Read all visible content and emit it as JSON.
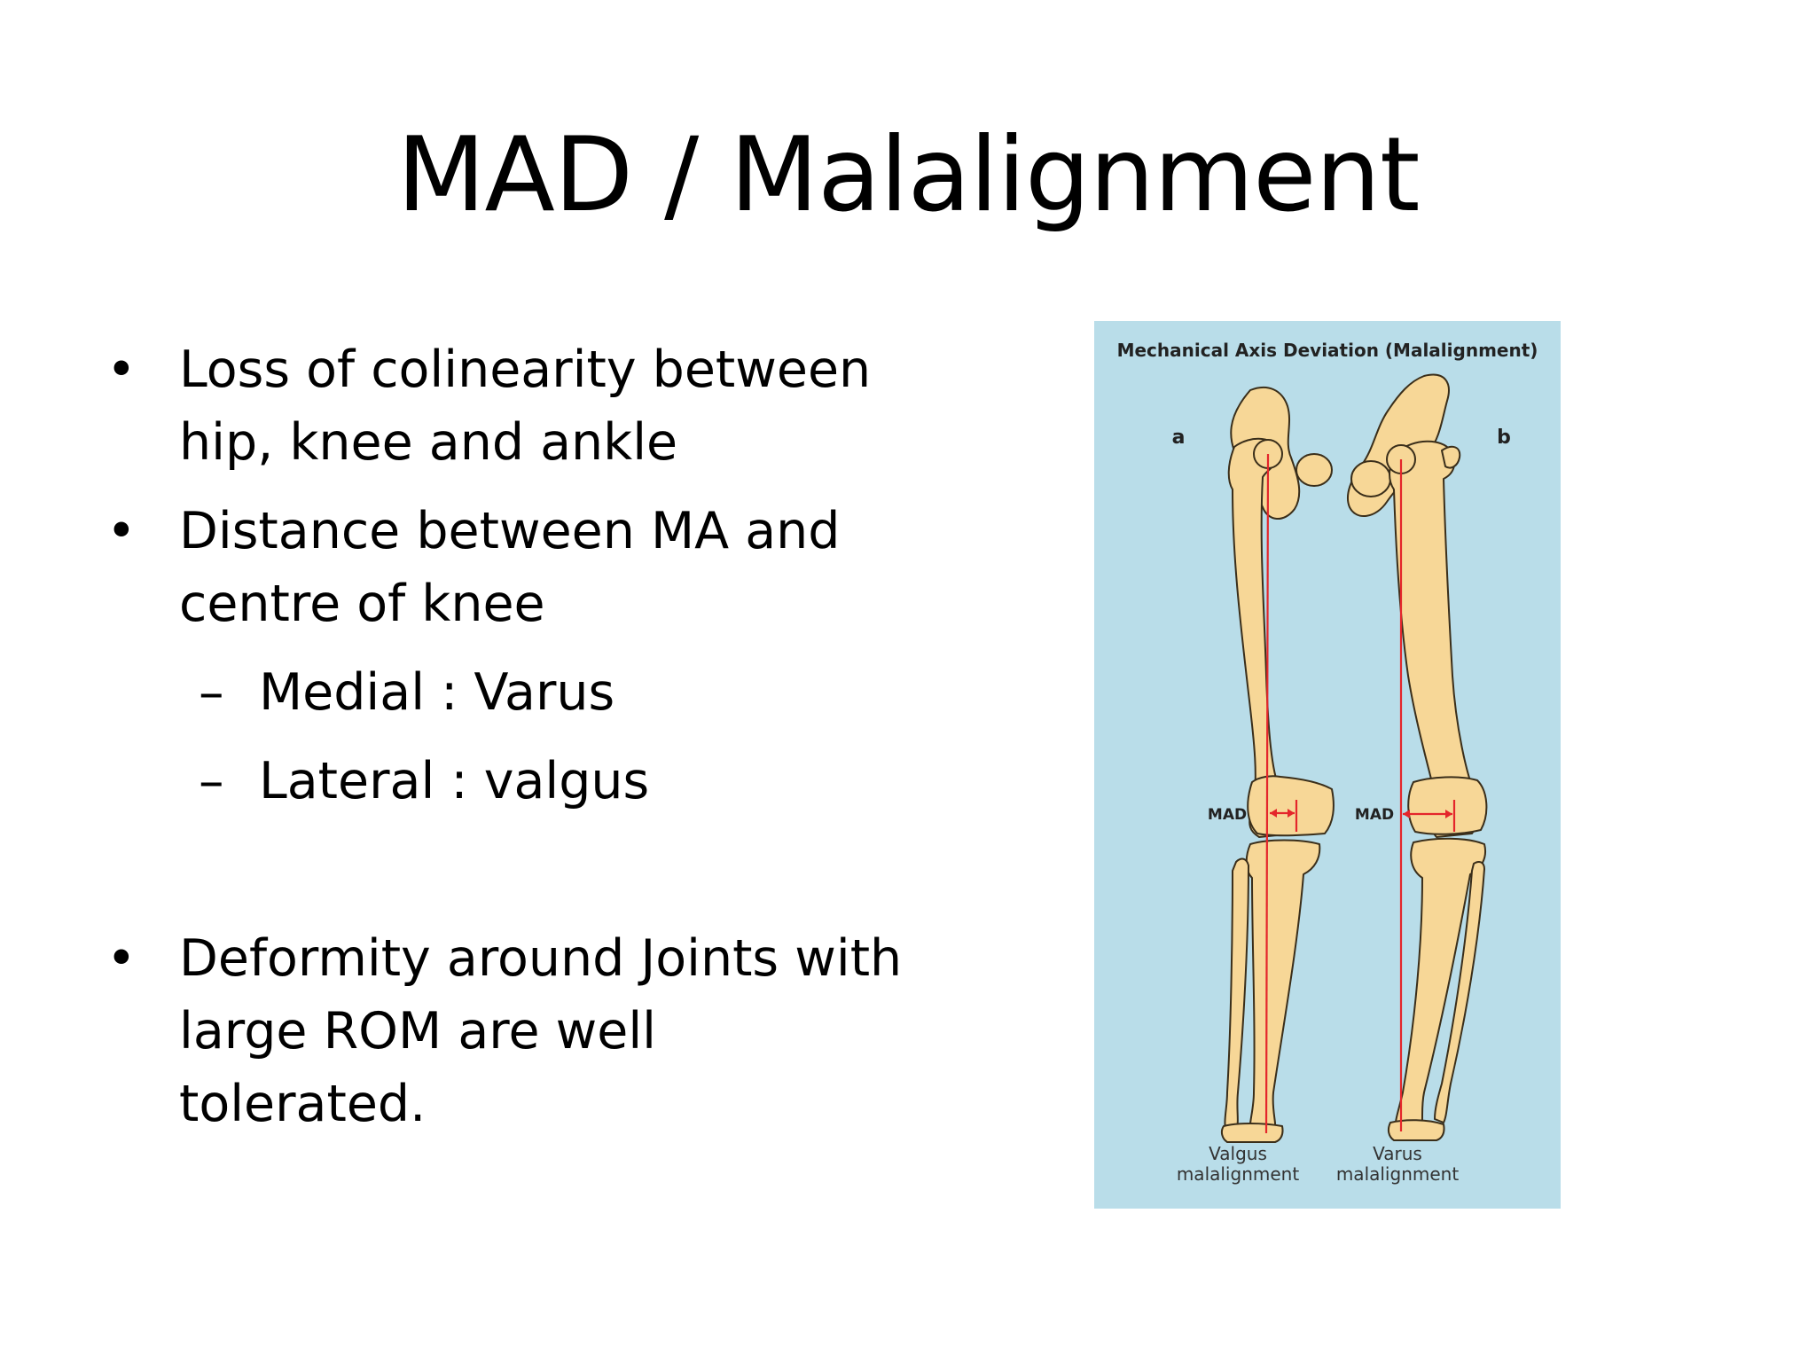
{
  "slide": {
    "title": "MAD / Malalignment",
    "bullets": [
      {
        "text": "Loss of colinearity between hip, knee and ankle"
      },
      {
        "text": "Distance between MA and centre of knee",
        "sub": [
          {
            "text": "Medial : Varus"
          },
          {
            "text": "Lateral : valgus"
          }
        ]
      },
      {
        "text": "Deformity around Joints with large ROM are well tolerated."
      }
    ],
    "bullet_char": "•",
    "sub_bullet_char": "–"
  },
  "figure": {
    "title": "Mechanical Axis Deviation (Malalignment)",
    "label_a": "a",
    "label_b": "b",
    "mad_label_left": "MAD",
    "mad_label_right": "MAD",
    "caption_left_line1": "Valgus",
    "caption_left_line2": "malalignment",
    "caption_right_line1": "Varus",
    "caption_right_line2": "malalignment",
    "colors": {
      "background": "#b9dde9",
      "bone": "#f7d797",
      "bone_outline": "#3a2e1a",
      "axis": "#e4262b"
    }
  }
}
